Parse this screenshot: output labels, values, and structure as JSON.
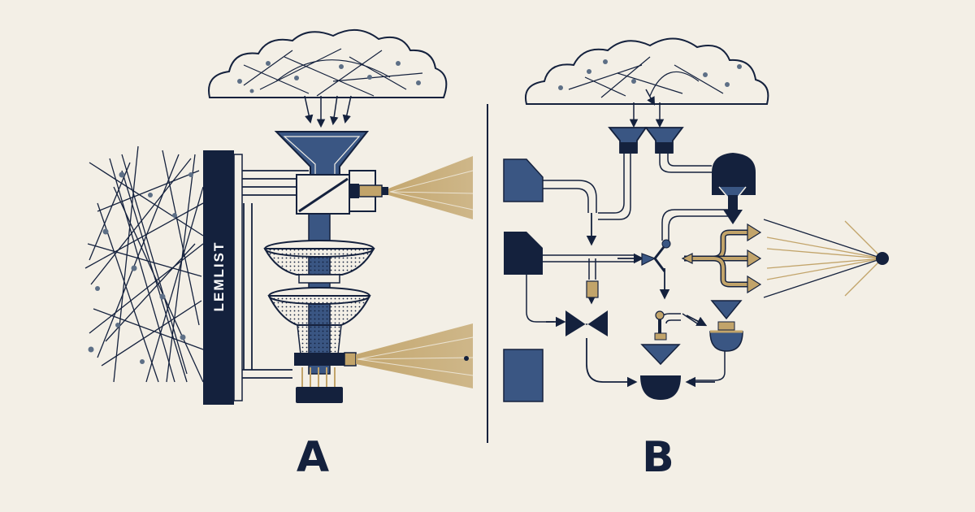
{
  "diagram": {
    "brand_label": "LEMLIST",
    "panel_a_label": "A",
    "panel_b_label": "B"
  },
  "colors": {
    "background": "#f3efe6",
    "navy": "#14213d",
    "slate_blue": "#3a5683",
    "gold": "#c2a46a",
    "dot_grey": "#5d6f86"
  }
}
